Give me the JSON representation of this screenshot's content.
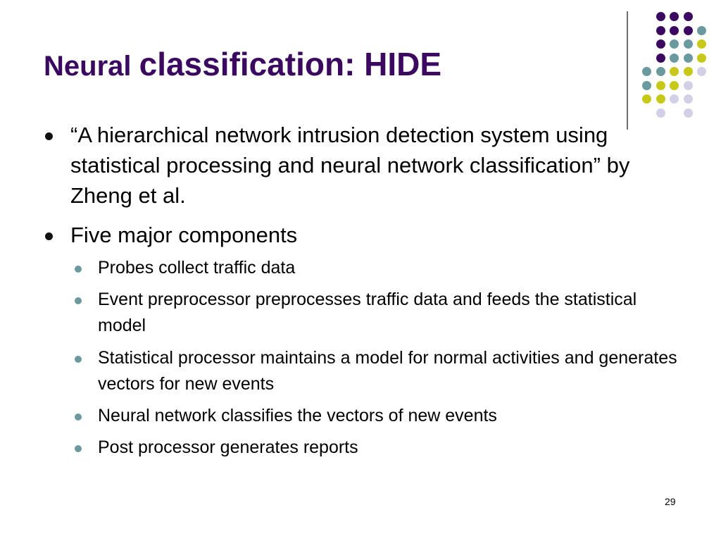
{
  "slide": {
    "title_part1": "Neural ",
    "title_part2": "classification: HIDE",
    "bullets": [
      {
        "text": "“A hierarchical network intrusion detection system using statistical processing and neural network classification” by Zheng et al."
      },
      {
        "text": "Five major components"
      }
    ],
    "sub_bullets": [
      {
        "text": "Probes collect traffic data"
      },
      {
        "text": "Event preprocessor preprocesses traffic data and feeds the statistical model"
      },
      {
        "text": "Statistical processor maintains a model for normal activities and generates vectors for new events"
      },
      {
        "text": "Neural network classifies the vectors of new events"
      },
      {
        "text": "Post processor generates reports"
      }
    ],
    "page_number": "29"
  },
  "decoration": {
    "colors": {
      "purple": "#3b0a60",
      "teal": "#6a9a9e",
      "olive": "#c8c81a",
      "lavender": "#d2d0e6"
    },
    "dot_grid": [
      [
        "",
        "purple",
        "purple",
        "purple",
        ""
      ],
      [
        "",
        "purple",
        "purple",
        "purple",
        "teal"
      ],
      [
        "",
        "purple",
        "teal",
        "teal",
        "olive"
      ],
      [
        "",
        "purple",
        "teal",
        "teal",
        "olive"
      ],
      [
        "teal",
        "teal",
        "olive",
        "olive",
        "lavender"
      ],
      [
        "teal",
        "olive",
        "olive",
        "lavender",
        ""
      ],
      [
        "olive",
        "olive",
        "lavender",
        "lavender",
        ""
      ],
      [
        "",
        "lavender",
        "",
        "lavender",
        ""
      ]
    ]
  }
}
